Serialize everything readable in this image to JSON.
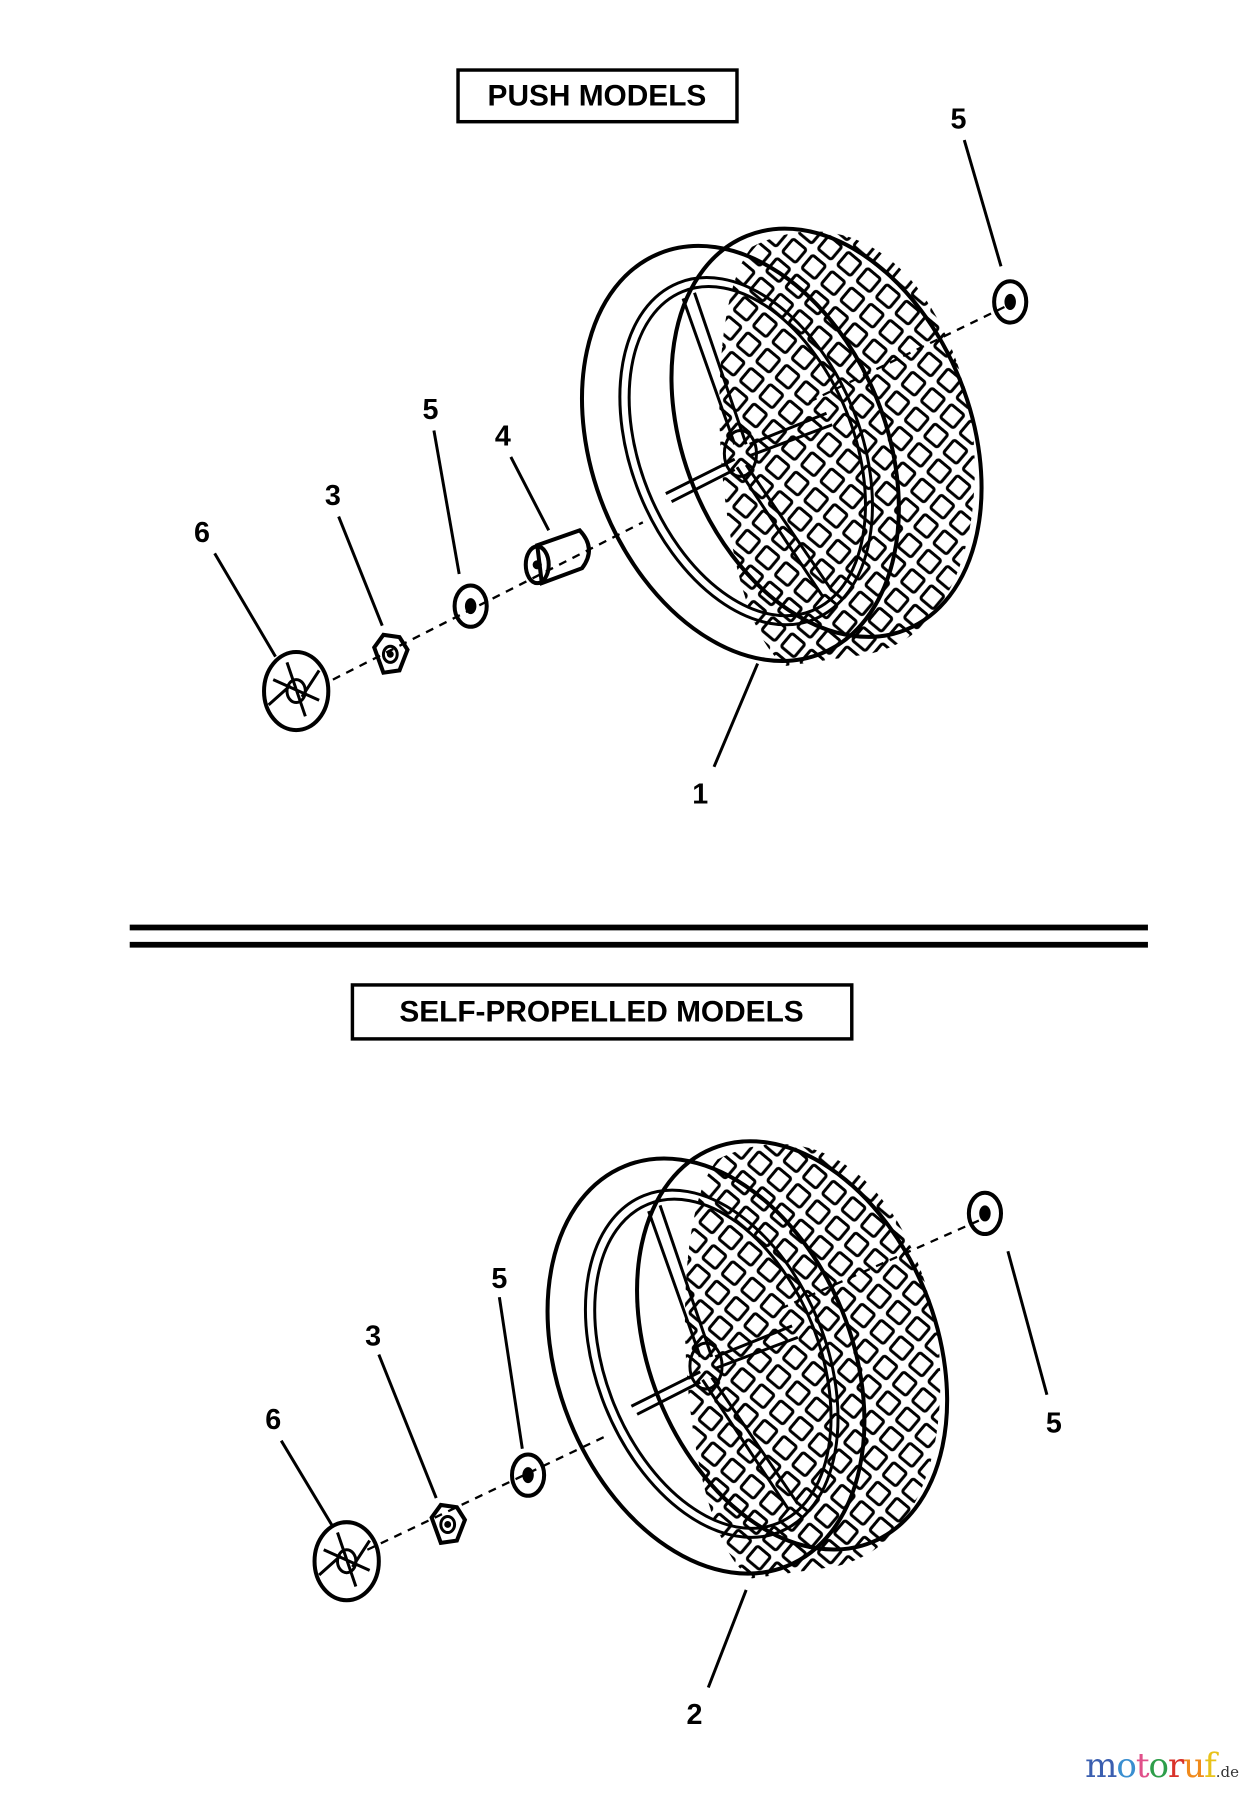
{
  "sections": [
    {
      "title": "PUSH MODELS",
      "callouts": [
        "5",
        "4",
        "5",
        "3",
        "6",
        "1"
      ]
    },
    {
      "title": "SELF-PROPELLED MODELS",
      "callouts": [
        "5",
        "3",
        "6",
        "5",
        "2"
      ]
    }
  ],
  "watermark": {
    "text": "motoruf",
    "suffix": ".de",
    "colors": [
      "#3b5fb0",
      "#3a8fd0",
      "#e0508a",
      "#2e9e4a",
      "#d9322a",
      "#f08a1c",
      "#e8c21a"
    ]
  }
}
